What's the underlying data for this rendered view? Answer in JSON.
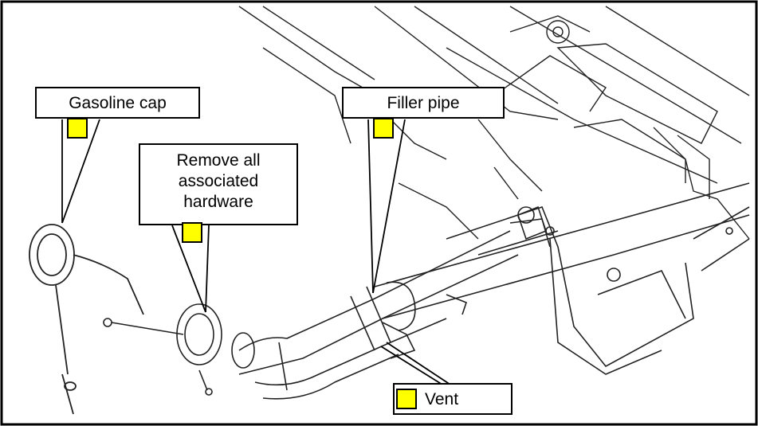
{
  "figure": {
    "callouts": {
      "gasoline_cap": "Gasoline cap",
      "remove_hardware": [
        "Remove all",
        "associated",
        "hardware"
      ],
      "filler_pipe": "Filler pipe",
      "vent": "Vent"
    },
    "colors": {
      "marker_fill": "#ffff00",
      "line": "#000000",
      "background": "#ffffff"
    }
  }
}
